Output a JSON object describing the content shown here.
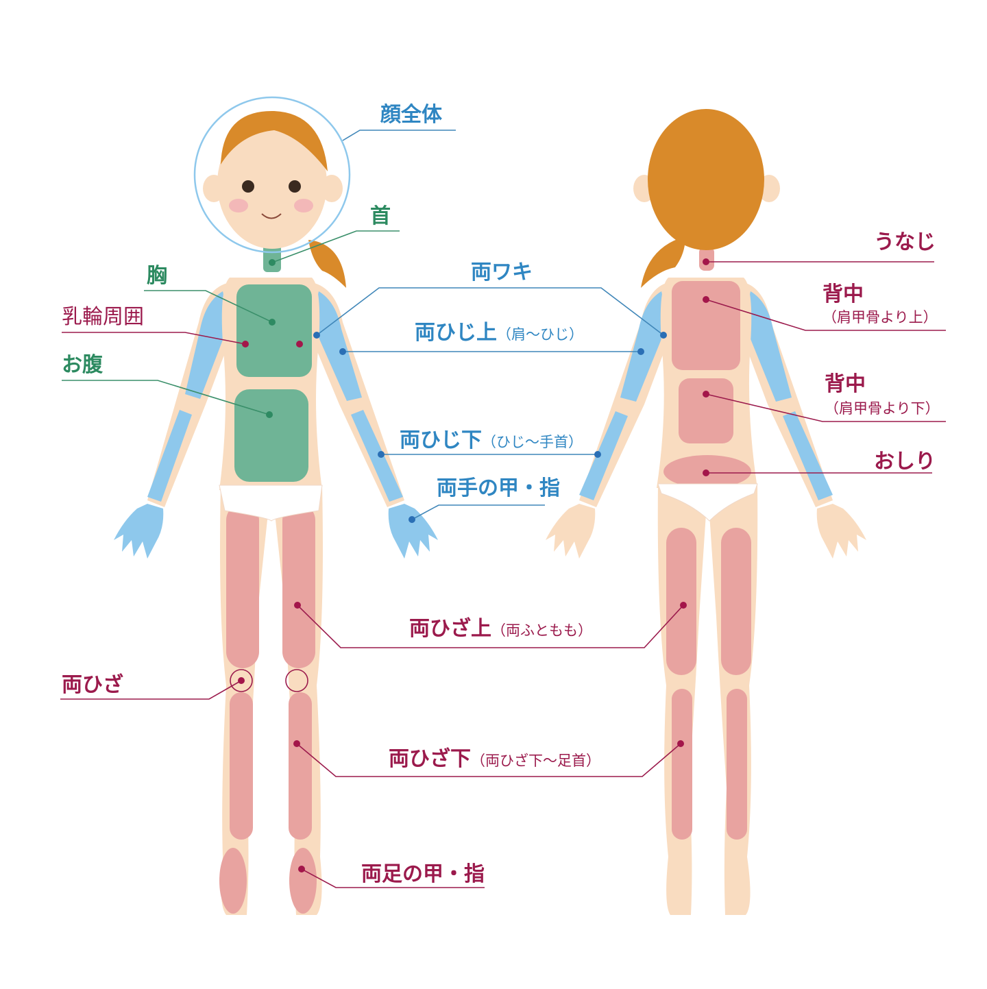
{
  "labels": {
    "face": {
      "main": "顔全体"
    },
    "neck": {
      "main": "首"
    },
    "chest": {
      "main": "胸"
    },
    "areola": {
      "main": "乳輪周囲"
    },
    "belly": {
      "main": "お腹"
    },
    "underarm": {
      "main": "両ワキ"
    },
    "upper_arm": {
      "main": "両ひじ上",
      "sub": "（肩〜ひじ）"
    },
    "forearm": {
      "main": "両ひじ下",
      "sub": "（ひじ〜手首）"
    },
    "hands": {
      "main": "両手の甲・指"
    },
    "thigh": {
      "main": "両ひざ上",
      "sub": "（両ふともも）"
    },
    "knee": {
      "main": "両ひざ"
    },
    "lower_leg": {
      "main": "両ひざ下",
      "sub": "（両ひざ下〜足首）"
    },
    "feet": {
      "main": "両足の甲・指"
    },
    "nape": {
      "main": "うなじ"
    },
    "upper_back": {
      "main": "背中",
      "sub": "（肩甲骨より上）"
    },
    "lower_back": {
      "main": "背中",
      "sub": "（肩甲骨より下）"
    },
    "buttocks": {
      "main": "おしり"
    }
  },
  "colors": {
    "blue": "#2f86c2",
    "green": "#2c8a60",
    "crimson": "#9b1a4c",
    "skin": "#f9dcc0",
    "zone_blue": "#8ec8ec",
    "zone_green": "#6fb496",
    "zone_pink": "#e8a3a0",
    "hair": "#d98a2a"
  }
}
